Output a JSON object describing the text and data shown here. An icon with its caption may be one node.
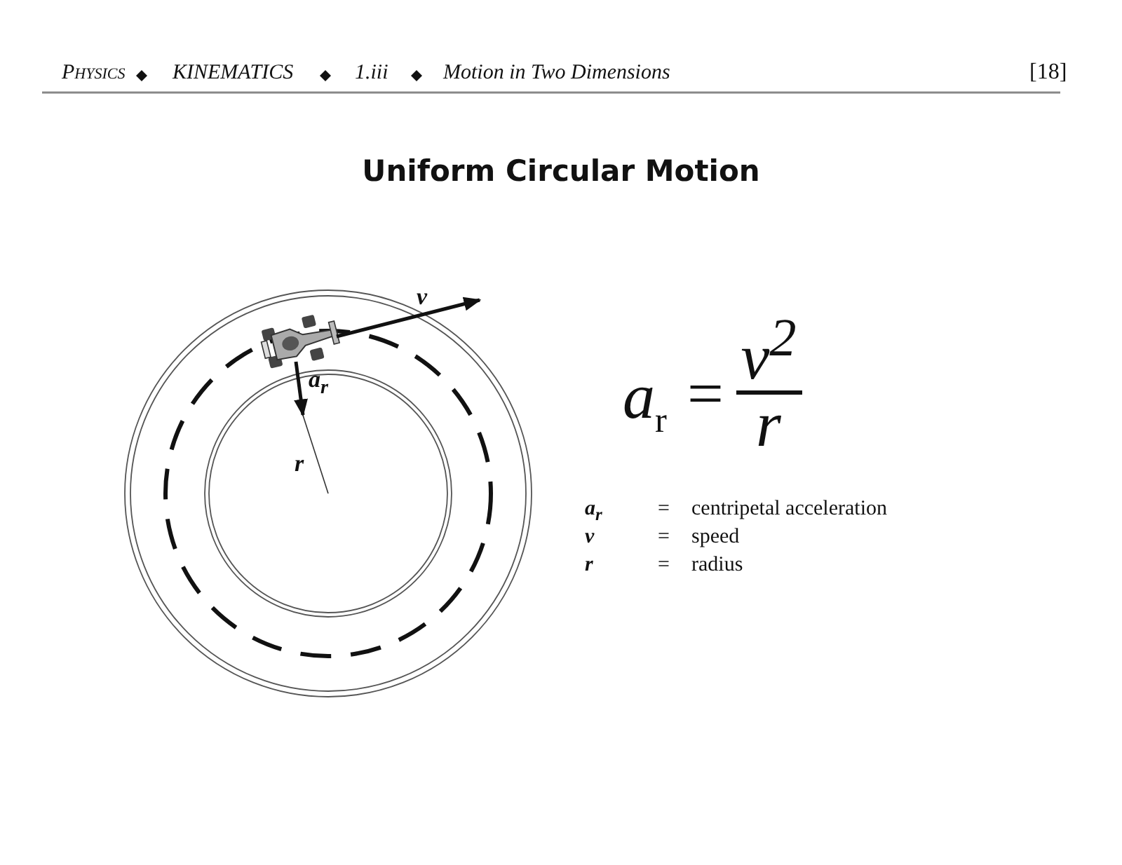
{
  "diagram": {
    "title": "Uniform Circular Motion",
    "labels": [
      "Physics",
      "KINEMATICS",
      "1.iii",
      "Motion in Two Dimensions",
      "[18]",
      "v",
      "a$_{r}$",
      "r",
      "a$_{r}$",
      "=",
      "v$^{2}$",
      "r",
      "a$_{r}$",
      "=",
      "centripetal acceleration",
      "v",
      "=",
      "speed",
      "r",
      "=",
      "radius"
    ]
  }
}
